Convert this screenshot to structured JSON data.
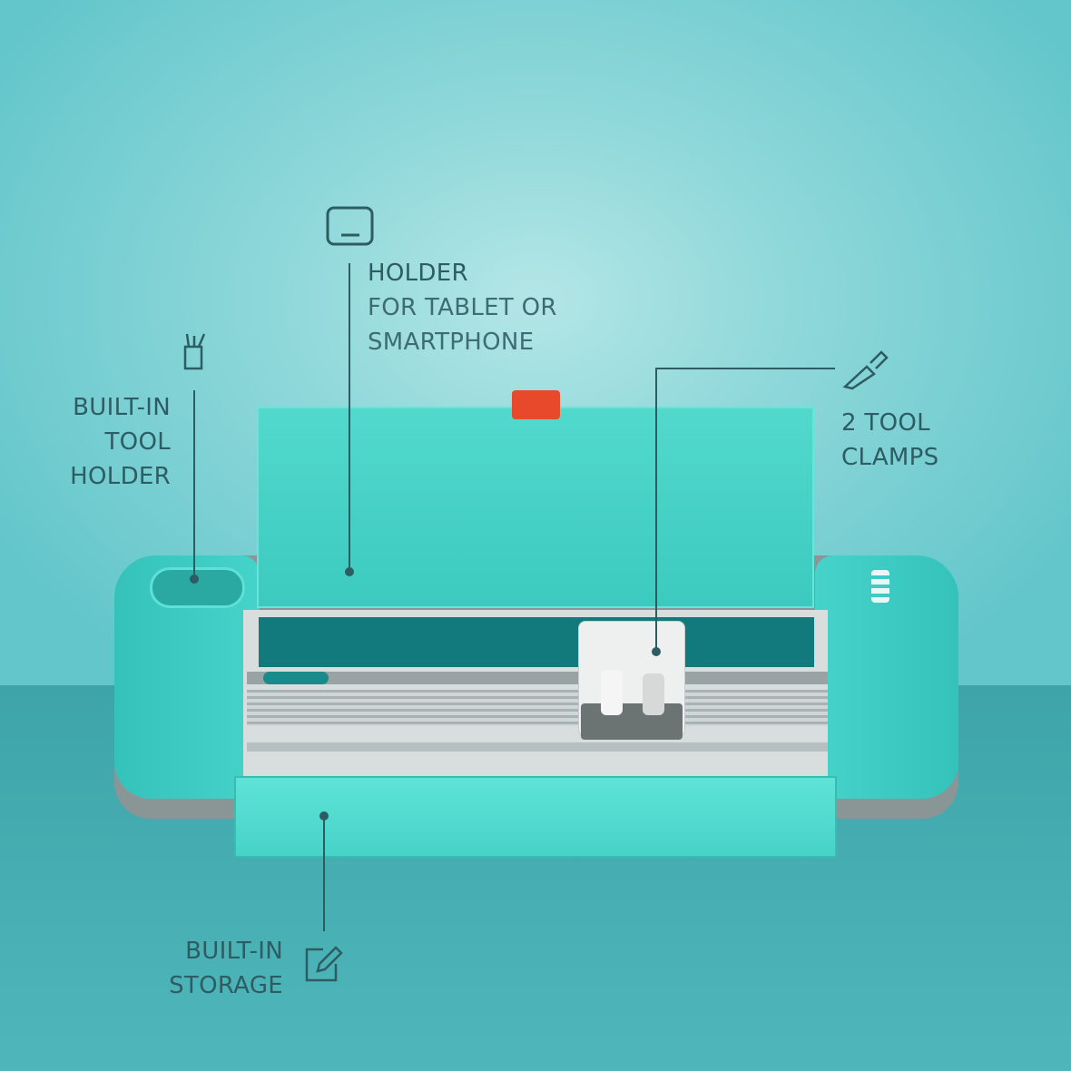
{
  "callouts": {
    "tablet_holder": {
      "title": "HOLDER",
      "line2": "FOR TABLET OR",
      "line3": "SMARTPHONE",
      "icon": "tablet-icon"
    },
    "tool_holder": {
      "line1": "BUILT-IN",
      "line2": "TOOL",
      "line3": "HOLDER",
      "icon": "pen-cup-icon"
    },
    "tool_clamps": {
      "line1": "2 TOOL",
      "line2": "CLAMPS",
      "icon": "blade-icon"
    },
    "storage": {
      "line1": "BUILT-IN",
      "line2": "STORAGE",
      "icon": "edit-box-icon"
    }
  },
  "colors": {
    "machine": "#3fcfc6",
    "accent": "#e8492a",
    "text": "#2d5c62"
  }
}
